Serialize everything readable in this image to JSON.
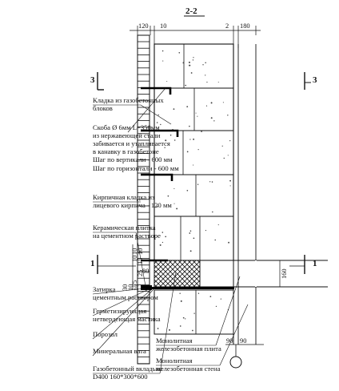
{
  "section_title": "2-2",
  "dimensions": {
    "top": [
      "120",
      "10",
      "2",
      "180"
    ],
    "left_vertical": [
      "10",
      "10",
      "10",
      "15",
      "25",
      "75"
    ],
    "left_band": [
      "80",
      "30",
      "10",
      "10"
    ],
    "right_vertical": "160",
    "bottom": [
      "90",
      "90"
    ]
  },
  "section_marks": {
    "three_left": "3",
    "three_right": "3",
    "one_left": "1",
    "one_right": "1"
  },
  "labels": [
    [
      "Кладка из газобетонных",
      "блоков"
    ],
    [
      "Скоба Ø 6мм L=350мм",
      "из нержавеющей стали",
      "забивается и утапливается",
      "в канавку в газобетоне",
      "Шаг по вертикали - 600 мм",
      "Шаг по горизонтали - 600 мм"
    ],
    [
      "Кирпичная кладка  из",
      "лицевого кирпича - 120 мм"
    ],
    [
      "Керамическая плитка",
      "на цементном растворе"
    ],
    [
      "Затирка",
      "цементным раствором"
    ],
    [
      "Герметизирующая",
      "нетвердеющая мастика"
    ],
    [
      "Порозол"
    ],
    [
      "Минеральная вата"
    ],
    [
      "Газобетонный вкладыш",
      "D400 160*300*600"
    ],
    [
      "Монолитная",
      "железобетонная плита"
    ],
    [
      "Монолитная",
      "железобетонная стена"
    ]
  ]
}
